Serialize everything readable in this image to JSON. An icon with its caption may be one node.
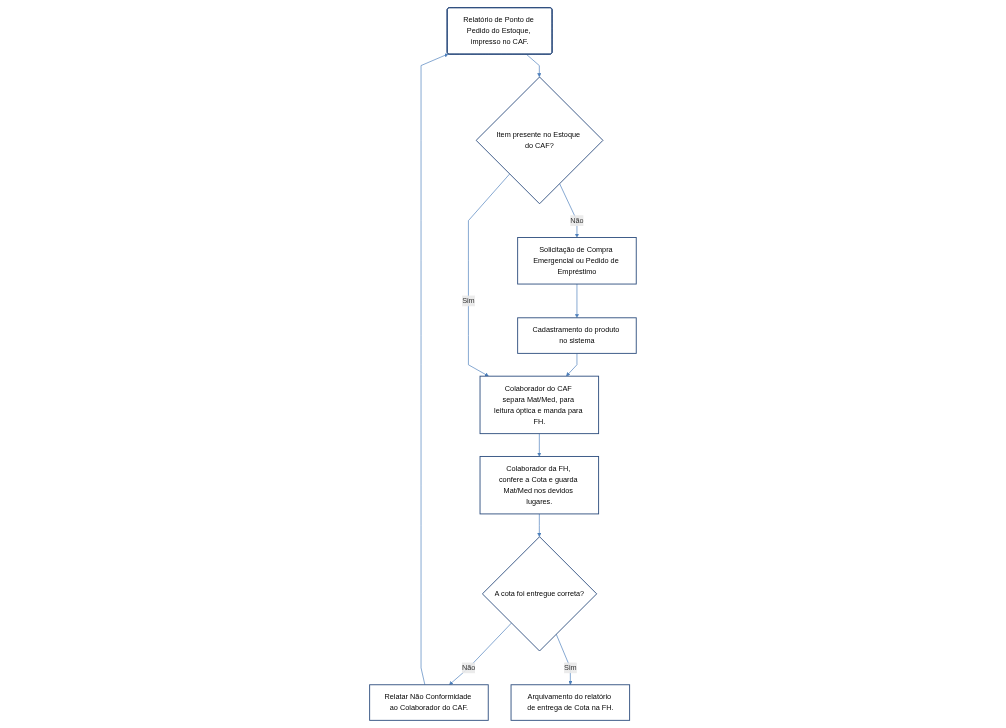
{
  "diagram": {
    "nodes": [
      {
        "text": [
          "Relatório de Ponto de Pedido do Estoque, impresso no CAF."
        ]
      },
      {
        "text": [
          "Item presente no Estoque do CAF?"
        ]
      },
      {
        "text": [
          "Solicitação de Compra Emergencial ou Pedido de Empréstimo"
        ]
      },
      {
        "text": [
          "Cadastramento do produto no sistema"
        ]
      },
      {
        "text": [
          "Colaborador do CAF separa Mat/Med, para leitura óptica e manda para FH."
        ]
      },
      {
        "text": [
          "Colaborador da FH, confere a Cota e guarda Mat/Med nos devidos lugares."
        ]
      },
      {
        "text": [
          "A cota foi entregue correta?"
        ]
      },
      {
        "text": [
          "Relatar Não Conformidade ao Colaborador do CAF."
        ]
      },
      {
        "text": [
          "Arquivamento do relatório de entrega de Cota na FH."
        ]
      }
    ],
    "edges": [
      {
        "from": 0,
        "to": 1,
        "arrow": "to"
      },
      {
        "from": 1,
        "to": 2,
        "arrow": "to",
        "label": "Não"
      },
      {
        "from": 2,
        "to": 3,
        "arrow": "to"
      },
      {
        "from": 3,
        "to": 4,
        "arrow": "to"
      },
      {
        "from": 1,
        "to": 4,
        "arrow": "to",
        "label": "Sim"
      },
      {
        "from": 4,
        "to": 5,
        "arrow": "to"
      },
      {
        "from": 5,
        "to": 6,
        "arrow": "to"
      },
      {
        "from": 6,
        "to": 7,
        "arrow": "to",
        "label": "Não"
      },
      {
        "from": 6,
        "to": 8,
        "arrow": "to",
        "label": "Sim"
      },
      {
        "from": 7,
        "to": 0,
        "arrow": "to"
      }
    ]
  }
}
